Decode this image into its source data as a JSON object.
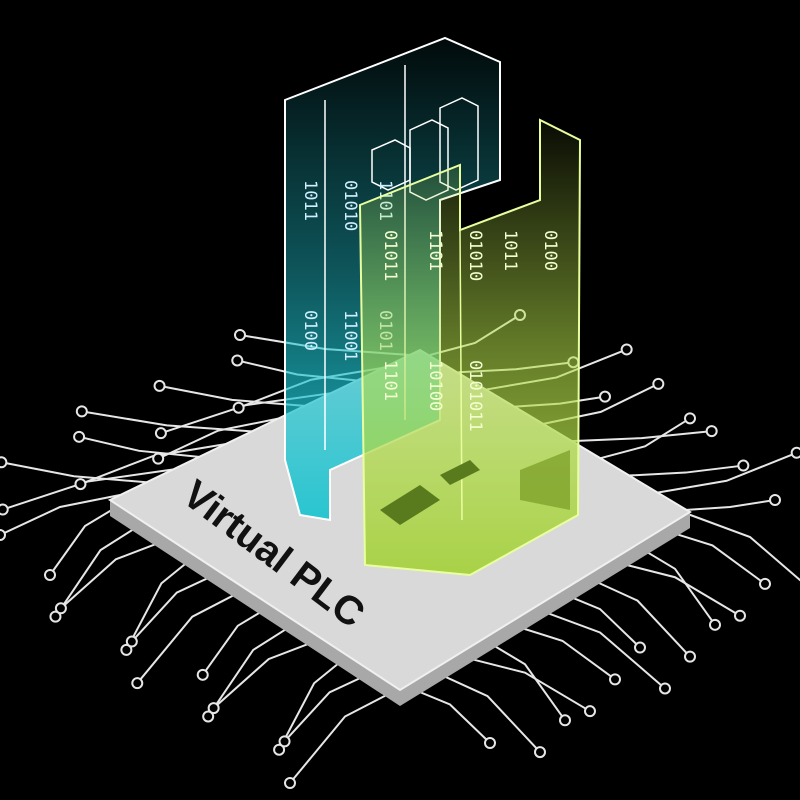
{
  "chip": {
    "label": "Virtual PLC"
  },
  "binary": {
    "teal": [
      "1011",
      "01010",
      "1101",
      "0100",
      "11001",
      "0101"
    ],
    "green": [
      "01011",
      "1101",
      "01010",
      "1011",
      "0100",
      "1101",
      "10100",
      "0101011"
    ]
  },
  "colors": {
    "background": "#000000",
    "chip_top": "#d9d9d9",
    "chip_side": "#a8a8a8",
    "traces": "#e6e6e6",
    "teal_column": "#1fc4d0",
    "green_column": "#b5e04a",
    "label": "#111111"
  }
}
